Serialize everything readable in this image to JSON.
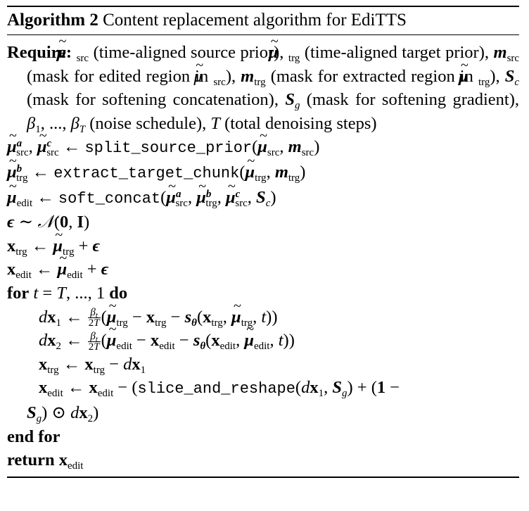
{
  "header": {
    "label": "Algorithm 2",
    "title": "Content replacement algorithm for EdiTTS"
  },
  "require": {
    "keyword": "Require:",
    "mu_src_desc": "(time-aligned source prior),",
    "mu_trg_desc": "(time-aligned target prior),",
    "m_src_desc": "(mask for edited region in",
    "m_trg_desc": "(mask for extracted region in",
    "S_c_desc": "(mask for softening concatenation),",
    "S_g_desc": "(mask for softening gradient),",
    "beta_desc": "(noise schedule),",
    "T_desc": "(total denoising steps)"
  },
  "functions": {
    "split": "split_source_prior",
    "extract": "extract_target_chunk",
    "concat": "soft_concat",
    "slice": "slice_and_reshape"
  },
  "keywords": {
    "for": "for",
    "do": "do",
    "end_for": "end for",
    "return": "return"
  }
}
